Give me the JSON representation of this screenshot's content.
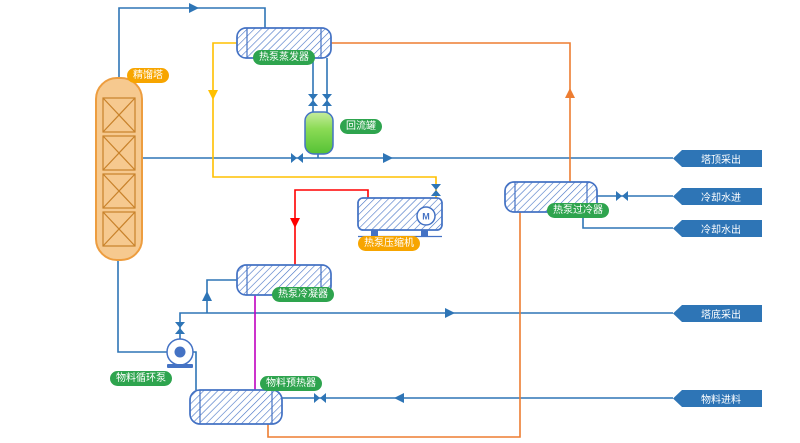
{
  "colors": {
    "line-blue": "#2E75B6",
    "line-yellow": "#FFC000",
    "line-orange": "#ED7D31",
    "line-red": "#FF0000",
    "line-magenta": "#C000C0",
    "equipment-blue": "#4472C4",
    "column-fill": "#F6C98F",
    "column-stroke": "#ED9D3F",
    "badge-green": "#2EA44E",
    "badge-orange": "#F7A500",
    "banner-blue": "#2E75B6",
    "drum-green": "#5EC53C"
  },
  "equipment": {
    "column": {
      "label": "精馏塔"
    },
    "evaporator": {
      "label": "热泵蒸发器"
    },
    "reflux_drum": {
      "label": "回流罐"
    },
    "compressor": {
      "label": "热泵压缩机",
      "motor_label": "M"
    },
    "subcooler": {
      "label": "热泵过冷器"
    },
    "condenser": {
      "label": "热泵冷凝器"
    },
    "pump": {
      "label": "物料循环泵"
    },
    "preheater": {
      "label": "物料预热器"
    }
  },
  "streams": {
    "top_product": {
      "label": "塔顶采出"
    },
    "cooling_water_in": {
      "label": "冷却水进"
    },
    "cooling_water_out": {
      "label": "冷却水出"
    },
    "bottom_product": {
      "label": "塔底采出"
    },
    "feed": {
      "label": "物料进料"
    }
  }
}
